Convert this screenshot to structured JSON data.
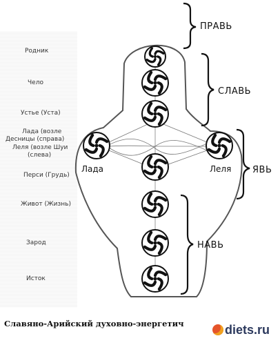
{
  "labels": {
    "rodnik": "Родник",
    "chelo": "Чело",
    "ustye": "Устье (Уста)",
    "lada_desnicy_1": "Лада (возле",
    "lada_desnicy_2": "Десницы (справа)",
    "lelya_shuy_1": "Леля (возле Шуи",
    "lelya_shuy_2": "(слева)",
    "persi": "Перси (Грудь)",
    "zhivot": "Живот (Жизнь)",
    "zarod": "Зарод",
    "istok": "Исток"
  },
  "side_labels": {
    "left": "Лада",
    "right": "Леля"
  },
  "regions": {
    "prav": "ПРАВЬ",
    "slav": "СЛАВЬ",
    "yav": "ЯВЬ",
    "nav": "НАВЬ"
  },
  "caption": "Славяно-Арийский духовно-энергетич",
  "watermark": {
    "main": "diets",
    "suffix": ".ru"
  }
}
